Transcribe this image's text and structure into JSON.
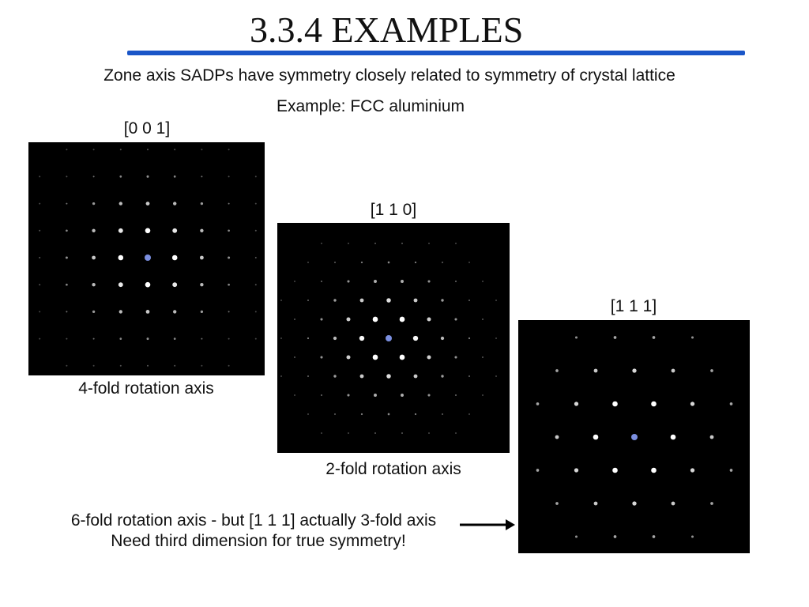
{
  "slide": {
    "title": "3.3.4 EXAMPLES",
    "subtitle": "Zone axis SADPs have symmetry closely related to symmetry of crystal lattice",
    "example": "Example: FCC aluminium",
    "note_line1": "6-fold rotation axis - but [1 1 1] actually 3-fold axis",
    "note_line2": "Need third dimension for true symmetry!"
  },
  "patterns": [
    {
      "zone_axis": "[0 0 1]",
      "caption": "4-fold rotation axis"
    },
    {
      "zone_axis": "[1 1 0]",
      "caption": "2-fold rotation axis"
    },
    {
      "zone_axis": "[1 1 1]",
      "caption": ""
    }
  ],
  "colors": {
    "rule": "#1a56c8",
    "central_spot": "#7b8fe0",
    "background": "#000000"
  }
}
